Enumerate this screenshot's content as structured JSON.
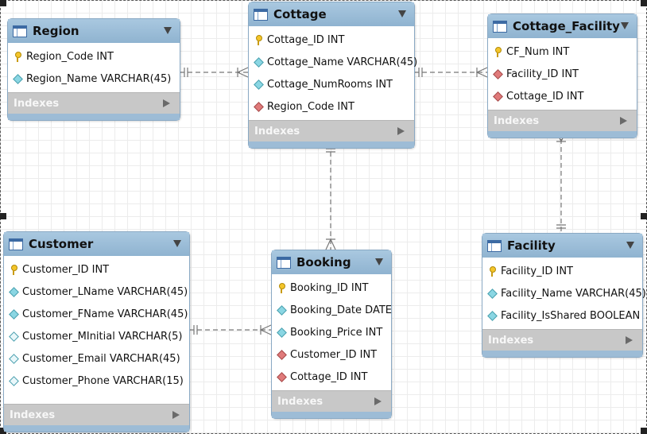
{
  "tables": {
    "region": {
      "name": "Region",
      "columns": [
        {
          "text": "Region_Code INT",
          "icon": "primary-key"
        },
        {
          "text": "Region_Name VARCHAR(45)",
          "icon": "column"
        }
      ],
      "indexes_label": "Indexes"
    },
    "cottage": {
      "name": "Cottage",
      "columns": [
        {
          "text": "Cottage_ID INT",
          "icon": "primary-key"
        },
        {
          "text": "Cottage_Name VARCHAR(45)",
          "icon": "column"
        },
        {
          "text": "Cottage_NumRooms INT",
          "icon": "column"
        },
        {
          "text": "Region_Code INT",
          "icon": "foreign-key"
        }
      ],
      "indexes_label": "Indexes"
    },
    "cottage_facility": {
      "name": "Cottage_Facility",
      "columns": [
        {
          "text": "CF_Num INT",
          "icon": "primary-key"
        },
        {
          "text": "Facility_ID INT",
          "icon": "foreign-key"
        },
        {
          "text": "Cottage_ID INT",
          "icon": "foreign-key"
        }
      ],
      "indexes_label": "Indexes"
    },
    "customer": {
      "name": "Customer",
      "columns": [
        {
          "text": "Customer_ID INT",
          "icon": "primary-key"
        },
        {
          "text": "Customer_LName VARCHAR(45)",
          "icon": "column"
        },
        {
          "text": "Customer_FName VARCHAR(45)",
          "icon": "column"
        },
        {
          "text": "Customer_MInitial VARCHAR(5)",
          "icon": "nullable-column"
        },
        {
          "text": "Customer_Email VARCHAR(45)",
          "icon": "nullable-column"
        },
        {
          "text": "Customer_Phone VARCHAR(15)",
          "icon": "nullable-column"
        }
      ],
      "indexes_label": "Indexes"
    },
    "booking": {
      "name": "Booking",
      "columns": [
        {
          "text": "Booking_ID INT",
          "icon": "primary-key"
        },
        {
          "text": "Booking_Date DATE",
          "icon": "column"
        },
        {
          "text": "Booking_Price INT",
          "icon": "column"
        },
        {
          "text": "Customer_ID INT",
          "icon": "foreign-key"
        },
        {
          "text": "Cottage_ID INT",
          "icon": "foreign-key"
        }
      ],
      "indexes_label": "Indexes"
    },
    "facility": {
      "name": "Facility",
      "columns": [
        {
          "text": "Facility_ID INT",
          "icon": "primary-key"
        },
        {
          "text": "Facility_Name VARCHAR(45)",
          "icon": "column"
        },
        {
          "text": "Facility_IsShared BOOLEAN",
          "icon": "column"
        }
      ],
      "indexes_label": "Indexes"
    }
  },
  "relationships": [
    {
      "from": "Region",
      "to": "Cottage",
      "from_end": "one",
      "to_end": "many"
    },
    {
      "from": "Cottage",
      "to": "Cottage_Facility",
      "from_end": "one",
      "to_end": "many"
    },
    {
      "from": "Facility",
      "to": "Cottage_Facility",
      "from_end": "one",
      "to_end": "many"
    },
    {
      "from": "Cottage",
      "to": "Booking",
      "from_end": "one",
      "to_end": "many"
    },
    {
      "from": "Customer",
      "to": "Booking",
      "from_end": "one",
      "to_end": "many"
    }
  ],
  "colors": {
    "header": "#a9c8e0",
    "indexes_bar": "#c8c8c8",
    "primary_key": "#f4c52a",
    "column": "#8ad6e3",
    "foreign_key": "#e07a7a"
  }
}
